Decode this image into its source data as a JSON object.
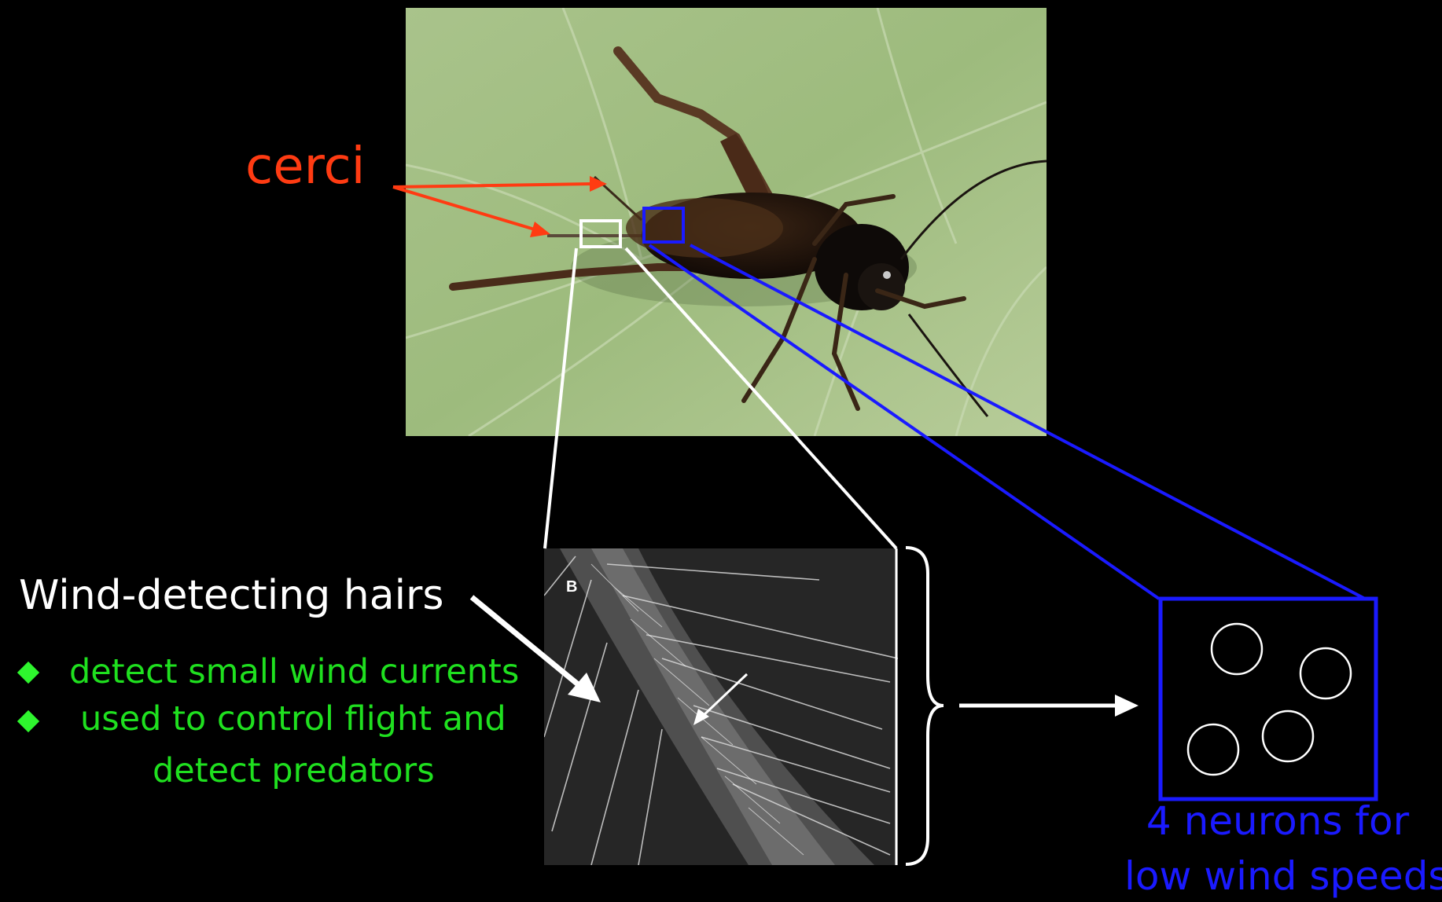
{
  "labels": {
    "cerci": "cerci",
    "wind_hairs": "Wind-detecting hairs",
    "micrograph_letter": "B"
  },
  "bullets": [
    {
      "line1": "detect small wind currents",
      "line2": ""
    },
    {
      "line1": "used to control flight and",
      "line2": "detect predators"
    }
  ],
  "neurons": {
    "line1": "4 neurons for",
    "line2": "low wind speeds",
    "count": 4
  },
  "colors": {
    "cerci_label": "#ff3b12",
    "bullet_text": "#1fe01f",
    "neuron_box": "#1a1aff",
    "zoom_white": "#ffffff",
    "zoom_blue": "#1a1aff"
  },
  "icons": {
    "bullet_marker": "green-diamond-icon",
    "arrow": "right-arrow-icon",
    "brace": "right-curly-brace"
  }
}
